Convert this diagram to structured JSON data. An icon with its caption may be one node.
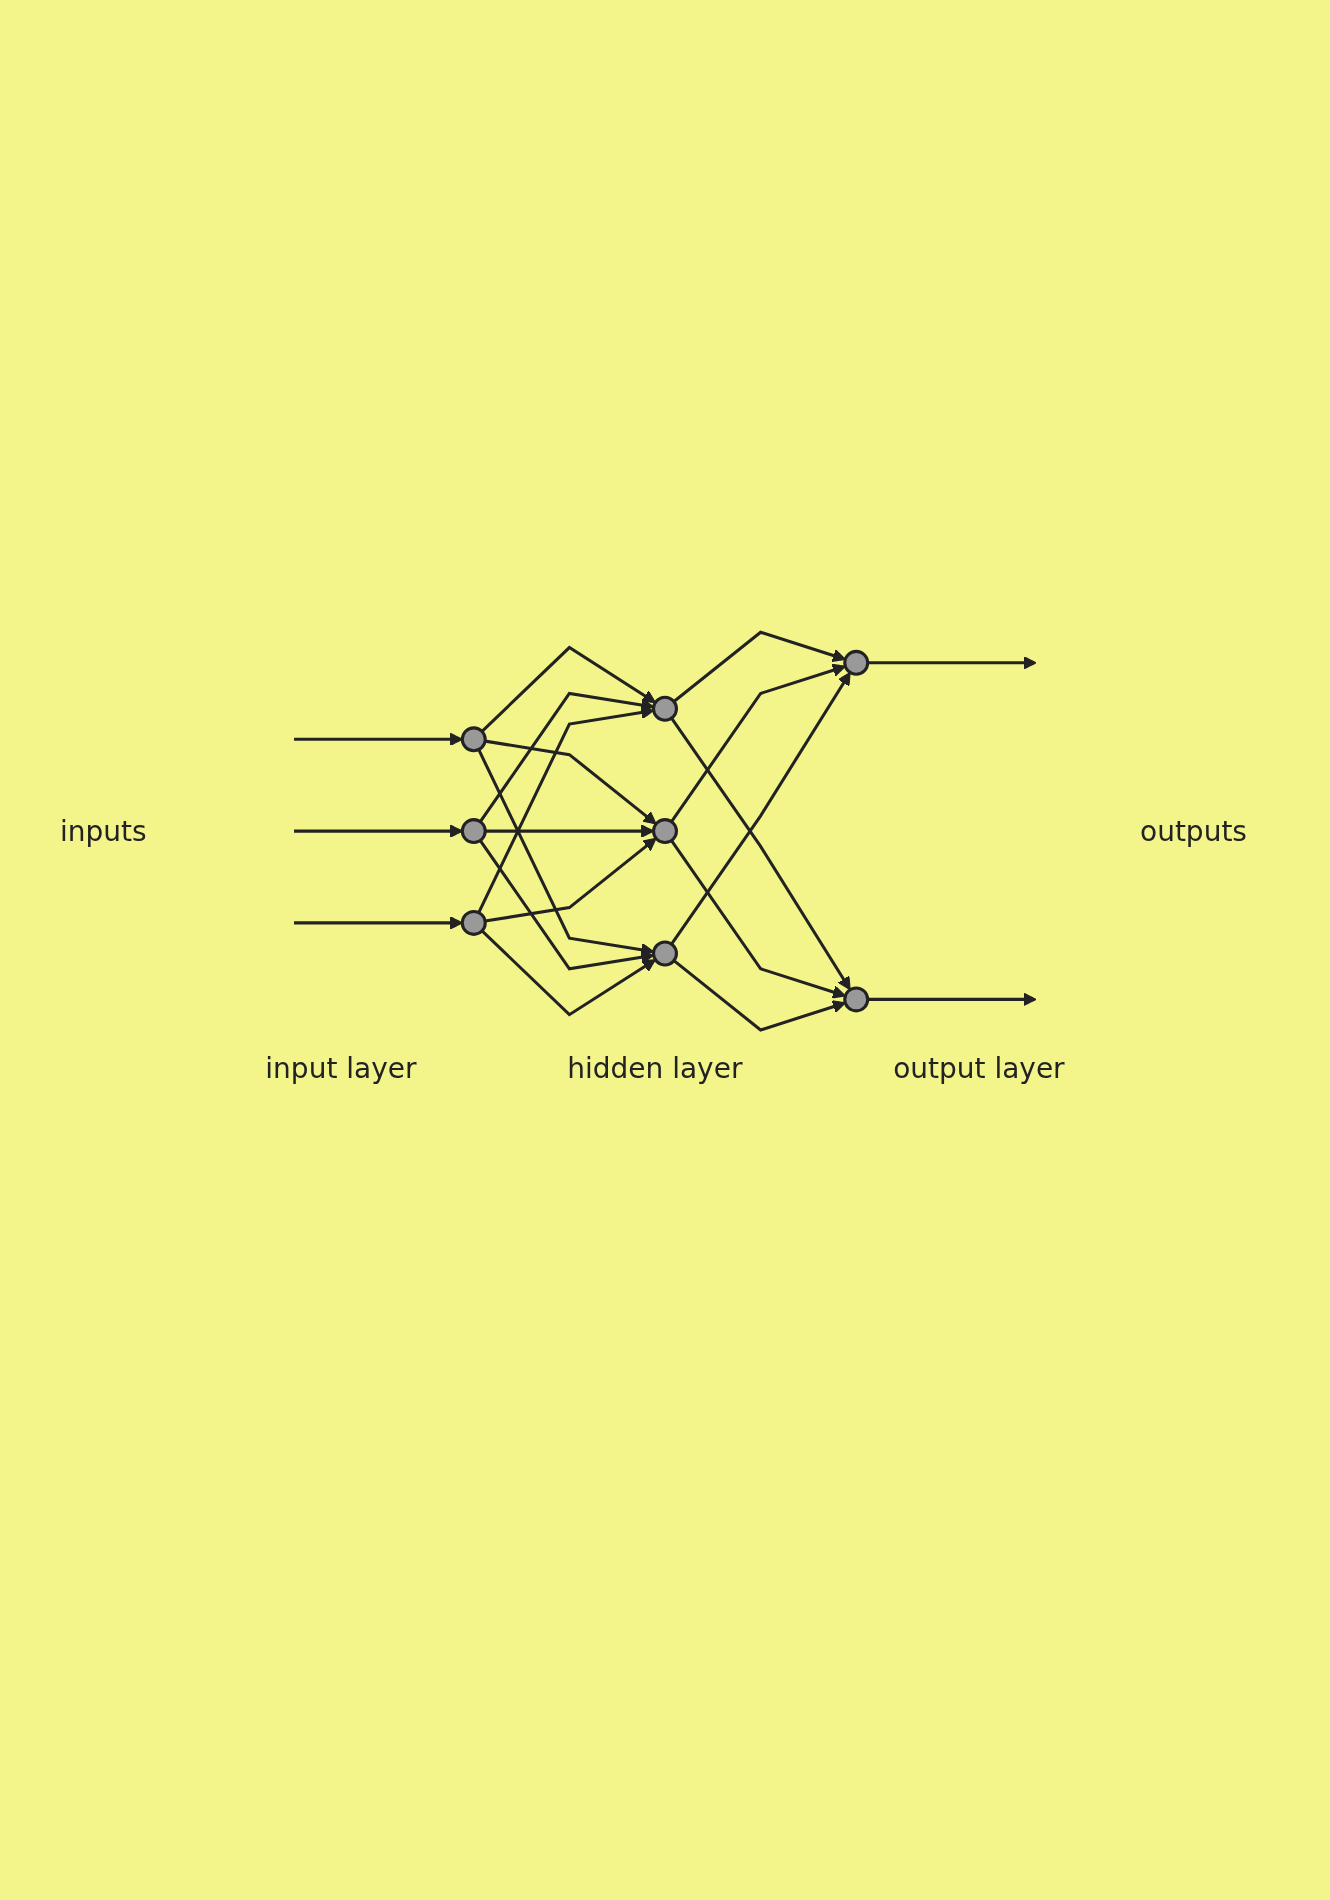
{
  "diagram": {
    "nodes": [
      {
        "text": [],
        "shape": "circle"
      },
      {
        "text": [],
        "shape": "circle"
      },
      {
        "text": [],
        "shape": "circle"
      },
      {
        "text": [],
        "shape": "circle"
      },
      {
        "text": [],
        "shape": "circle"
      },
      {
        "text": [],
        "shape": "circle"
      },
      {
        "text": [],
        "shape": "circle"
      },
      {
        "text": [],
        "shape": "circle"
      }
    ],
    "edges": [
      {
        "from": null,
        "to": 0,
        "arrow": "to"
      },
      {
        "from": null,
        "to": 1,
        "arrow": "to"
      },
      {
        "from": null,
        "to": 2,
        "arrow": "to"
      },
      {
        "from": 0,
        "to": 3,
        "arrow": "to"
      },
      {
        "from": 0,
        "to": 4,
        "arrow": "to"
      },
      {
        "from": 0,
        "to": 5,
        "arrow": "to"
      },
      {
        "from": 1,
        "to": 3,
        "arrow": "to"
      },
      {
        "from": 1,
        "to": 4,
        "arrow": "to"
      },
      {
        "from": 1,
        "to": 5,
        "arrow": "to"
      },
      {
        "from": 2,
        "to": 3,
        "arrow": "to"
      },
      {
        "from": 2,
        "to": 4,
        "arrow": "to"
      },
      {
        "from": 2,
        "to": 5,
        "arrow": "to"
      },
      {
        "from": 3,
        "to": 6,
        "arrow": "to"
      },
      {
        "from": 3,
        "to": 7,
        "arrow": "to"
      },
      {
        "from": 4,
        "to": 6,
        "arrow": "to"
      },
      {
        "from": 4,
        "to": 7,
        "arrow": "to"
      },
      {
        "from": 5,
        "to": 6,
        "arrow": "to"
      },
      {
        "from": 5,
        "to": 7,
        "arrow": "to"
      },
      {
        "from": 6,
        "to": null,
        "arrow": "to"
      },
      {
        "from": 7,
        "to": null,
        "arrow": "to"
      }
    ],
    "labels": [
      "outputs",
      "inputs",
      "input layer",
      "hidden layer",
      "output layer"
    ]
  }
}
